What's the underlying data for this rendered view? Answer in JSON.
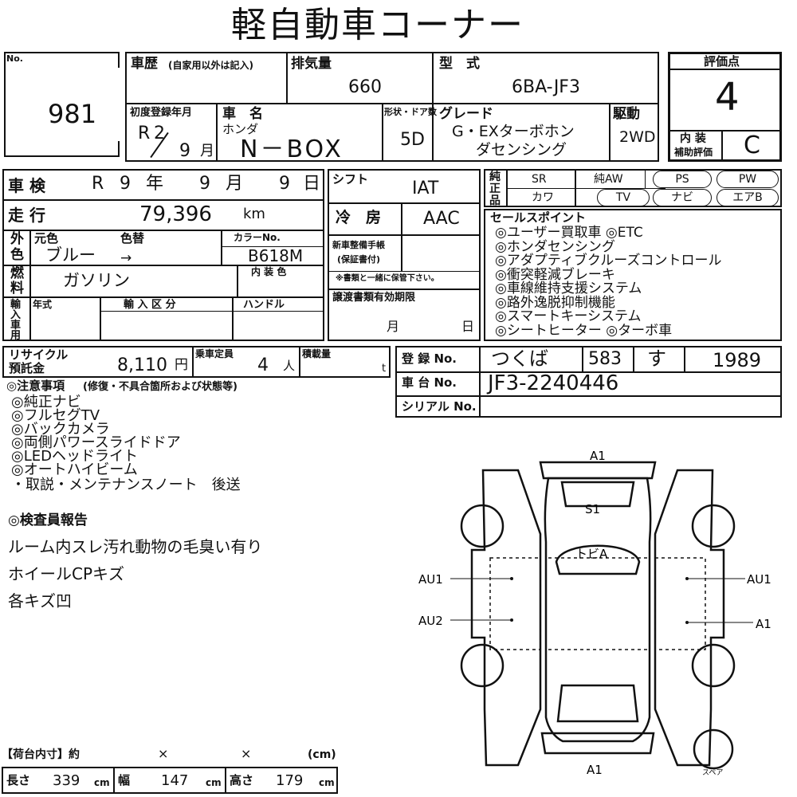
{
  "title": "軽自動車コーナー",
  "lot": {
    "label": "No.",
    "value": "981"
  },
  "history": {
    "label": "車歴",
    "note": "(自家用以外は記入)"
  },
  "displacement": {
    "label": "排気量",
    "value": "660"
  },
  "model": {
    "label": "型　式",
    "value": "6BA-JF3"
  },
  "first_reg": {
    "label": "初度登録年月",
    "era": "R",
    "year": "2",
    "month": "9",
    "month_unit": "月"
  },
  "name": {
    "label": "車　名",
    "maker": "ホンダ",
    "value": "N－BOX"
  },
  "body": {
    "label": "形状・ドア数",
    "value": "5D"
  },
  "grade": {
    "label": "グレード",
    "line1": "G・EXターボホン",
    "line2": "ダセンシング"
  },
  "drive": {
    "label": "駆動",
    "value": "2WD"
  },
  "rating": {
    "label": "評価点",
    "value": "4",
    "interior_label1": "内 装",
    "interior_label2": "補助評価",
    "interior_value": "C"
  },
  "inspection": {
    "label": "車 検",
    "era": "R",
    "year": "9",
    "year_unit": "年",
    "month": "9",
    "month_unit": "月",
    "day": "9",
    "day_unit": "日"
  },
  "mileage": {
    "label": "走 行",
    "value": "79,396",
    "unit": "km"
  },
  "shift": {
    "label": "シフト",
    "value": "IAT"
  },
  "ac": {
    "label": "冷　房",
    "value": "AAC"
  },
  "color": {
    "side1": "外",
    "side2": "色",
    "orig_label": "元色",
    "change_label": "色替",
    "orig": "ブルー",
    "arrow": "→",
    "code_label": "カラーNo.",
    "code": "B618M"
  },
  "fuel": {
    "side1": "燃",
    "side2": "料",
    "value": "ガソリン",
    "interior_label": "内 装 色"
  },
  "manual": {
    "label1": "新車整備手帳",
    "label2": "(保証書付)",
    "note": "※書類と一緒に保管下さい。"
  },
  "import": {
    "side": "輸入車用",
    "year_label": "年式",
    "type_label": "輸 入 区 分",
    "handle_label": "ハンドル"
  },
  "transfer": {
    "label": "譲渡書類有効期限",
    "month": "月",
    "day": "日"
  },
  "equipment": {
    "side": [
      "純",
      "正",
      "品"
    ],
    "sr": "SR",
    "aw": "純AW",
    "kawa": "カワ",
    "ps": "PS",
    "pw": "PW",
    "tv": "TV",
    "navi": "ナビ",
    "air": "エアB"
  },
  "sales_points": {
    "label": "セールスポイント",
    "items": [
      "◎ユーザー買取車 ◎ETC",
      "◎ホンダセンシング",
      "◎アダプティブクルーズコントロール",
      "◎衝突軽減ブレーキ",
      "◎車線維持支援システム",
      "◎路外逸脱抑制機能",
      "◎スマートキーシステム",
      "◎シートヒーター ◎ターボ車"
    ]
  },
  "recycle": {
    "label1": "リサイクル",
    "label2": "預託金",
    "value": "8,110",
    "unit": "円"
  },
  "capacity": {
    "label": "乗車定員",
    "value": "4",
    "unit": "人"
  },
  "load": {
    "label": "積載量",
    "unit": "t"
  },
  "registration": {
    "label": "登 録 No.",
    "region": "つくば",
    "class": "583",
    "kana": "す",
    "number": "1989"
  },
  "chassis": {
    "label": "車 台 No.",
    "value": "JF3-2240446"
  },
  "serial": {
    "label": "シリアル No."
  },
  "notes": {
    "label": "◎注意事項",
    "sub": "(修復・不具合箇所および状態等)",
    "items": [
      "◎純正ナビ",
      "◎フルセグTV",
      "◎バックカメラ",
      "◎両側パワースライドドア",
      "◎LEDヘッドライト",
      "◎オートハイビーム",
      "・取説・メンテナンスノート　後送"
    ]
  },
  "inspector": {
    "label": "◎検査員報告",
    "items": [
      "ルーム内スレ汚れ動物の毛臭い有り",
      "ホイールCPキズ",
      "各キズ凹"
    ]
  },
  "diagram": {
    "front": "A1",
    "s1": "S1",
    "roof": "トビA",
    "left_front": "AU1",
    "left_rear": "AU2",
    "right_front": "AU1",
    "right_rear": "A1",
    "rear": "A1",
    "spare": "スペア"
  },
  "cargo": {
    "label": "【荷台内寸】約",
    "x1": "×",
    "x2": "×",
    "unit": "(cm)",
    "length_label": "長さ",
    "length": "339",
    "width_label": "幅",
    "width": "147",
    "height_label": "高さ",
    "height": "179",
    "cm": "cm"
  }
}
